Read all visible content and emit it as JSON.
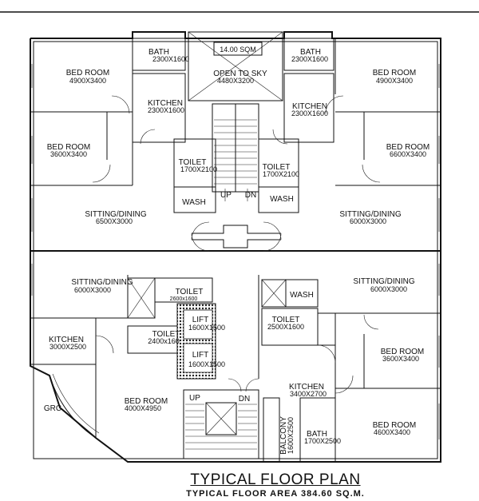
{
  "rooms": {
    "bed_nw": {
      "name": "BED ROOM",
      "size": "4900X3400"
    },
    "bath_nw": {
      "name": "BATH",
      "size": "2300X1600"
    },
    "open_sky": {
      "area": "14.00 SQM",
      "name": "OPEN TO SKY",
      "size": "4480X3200"
    },
    "bath_ne": {
      "name": "BATH",
      "size": "2300X1600"
    },
    "bed_ne": {
      "name": "BED ROOM",
      "size": "4900X3400"
    },
    "kitchen_nw": {
      "name": "KITCHEN",
      "size": "2300X1600"
    },
    "kitchen_ne": {
      "name": "KITCHEN",
      "size": "2300X1600"
    },
    "bed_w2": {
      "name": "BED ROOM",
      "size": "3600X3400"
    },
    "bed_e2": {
      "name": "BED ROOM",
      "size": "6600X3400"
    },
    "toilet_nw": {
      "name": "TOILET",
      "size": "1700X2100"
    },
    "toilet_ne": {
      "name": "TOILET",
      "size": "1700X2100"
    },
    "wash_nw": {
      "name": "WASH"
    },
    "wash_ne": {
      "name": "WASH"
    },
    "stair_up_n": {
      "name": "UP"
    },
    "stair_dn_n": {
      "name": "DN"
    },
    "sitting_nw": {
      "name": "SITTING/DINING",
      "size": "6500X3000"
    },
    "sitting_ne": {
      "name": "SITTING/DINING",
      "size": "6000X3000"
    },
    "sitting_sw": {
      "name": "SITTING/DINING",
      "size": "6000X3000"
    },
    "sitting_se": {
      "name": "SITTING/DINING",
      "size": "6000X3000"
    },
    "toilet_sw1": {
      "name": "TOILET",
      "size": "2600x1600"
    },
    "wash_se": {
      "name": "WASH"
    },
    "lift_1": {
      "name": "LIFT",
      "size": "1600X1500"
    },
    "lift_2": {
      "name": "LIFT",
      "size": "1600X1500"
    },
    "toilet_se": {
      "name": "TOILET",
      "size": "2500X1600"
    },
    "kitchen_sw": {
      "name": "KITCHEN",
      "size": "3000X2500"
    },
    "toilet_sw2": {
      "name": "TOILET",
      "size": "2400x160"
    },
    "bed_se1": {
      "name": "BED ROOM",
      "size": "3600X3400"
    },
    "bed_sw": {
      "name": "BED ROOM",
      "size": "4000X4950"
    },
    "kitchen_se": {
      "name": "KITCHEN",
      "size": "3400X2700"
    },
    "stair_up_s": {
      "name": "UP"
    },
    "stair_dn_s": {
      "name": "DN"
    },
    "balcony": {
      "name": "BALCONY",
      "size": "1600X2500"
    },
    "bath_se": {
      "name": "BATH",
      "size": "1700X2500"
    },
    "bed_se2": {
      "name": "BED ROOM",
      "size": "4600X3400"
    },
    "grc": {
      "name": "GRC"
    }
  },
  "footer": {
    "title": "TYPICAL FLOOR PLAN",
    "area": "TYPICAL FLOOR AREA 384.60 SQ.M."
  }
}
